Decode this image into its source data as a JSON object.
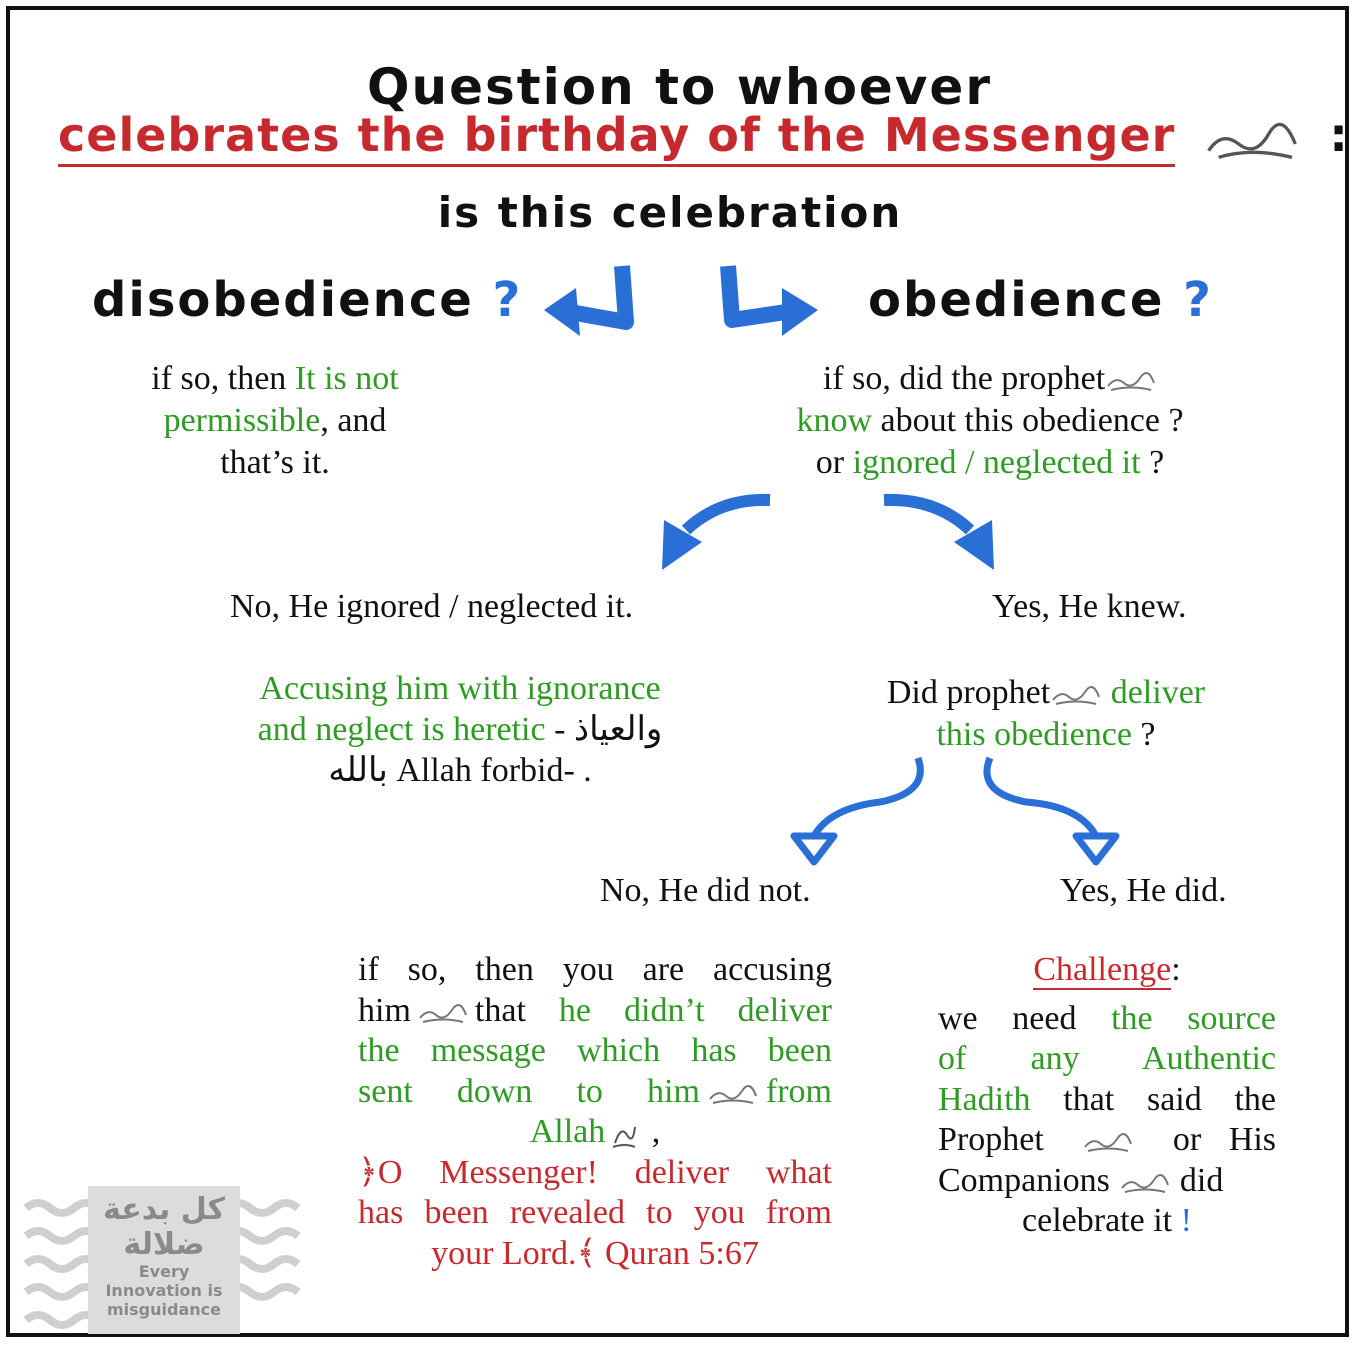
{
  "header": {
    "line1": "Question to whoever",
    "line2": "celebrates the birthday of the Messenger",
    "colon": ":",
    "question": "is this celebration"
  },
  "branches": {
    "left": {
      "label": "disobedience",
      "mark": "?"
    },
    "right": {
      "label": "obedience",
      "mark": "?"
    }
  },
  "disobedience_text": {
    "p1": "if so, then ",
    "p2": "It is not",
    "p3": "permissible",
    "p4": ", and",
    "p5": "that’s it."
  },
  "obedience_text": {
    "l1": "if so, did the prophet",
    "l2a": "know",
    "l2b": " about this obedience ?",
    "l3a": "or ",
    "l3b": "ignored / neglected it",
    "l3c": " ?"
  },
  "knowledge": {
    "no": "No, He ignored / neglected it.",
    "yes": "Yes, He knew."
  },
  "accusing": {
    "l1": "Accusing him with ignorance",
    "l2": "and neglect is heretic",
    "l2b": " - والعياذ",
    "l3": "بالله Allah forbid- ."
  },
  "deliver_question": {
    "l1a": "Did prophet",
    "l1b": "deliver",
    "l2a": "this obedience",
    "l2b": " ?"
  },
  "delivery": {
    "no": "No, He did not.",
    "yes": "Yes, He did."
  },
  "not_delivered": {
    "l1": "if so, then you are accusing",
    "l2a": "him",
    "l2b": "that ",
    "l2c": "he didn’t deliver",
    "l3": "the message which has been",
    "l4a": "sent down to him",
    "l4b": "from",
    "l5a": "Allah",
    "l5b": " ,",
    "l6": "﴿O Messenger! deliver what",
    "l7": "has been revealed to you from",
    "l8": "your Lord.﴾ Quran 5:67"
  },
  "challenge": {
    "title": "Challenge",
    "colon": ":",
    "l1a": "we need ",
    "l1b": "the source",
    "l2": "of any Authentic",
    "l3a": "Hadith",
    "l3b": " that said the",
    "l4a": "Prophet",
    "l4b": "or His",
    "l5a": "Companions",
    "l5b": "did",
    "l6a": "celebrate it ",
    "l6b": "!"
  },
  "logo": {
    "arabic1": "كل بدعة",
    "arabic2": "ضلالة",
    "en1": "Every",
    "en2": "Innovation is",
    "en3": "misguidance"
  },
  "colors": {
    "green": "#2f9a24",
    "red": "#c62a2f",
    "blue": "#2a6fd6"
  }
}
